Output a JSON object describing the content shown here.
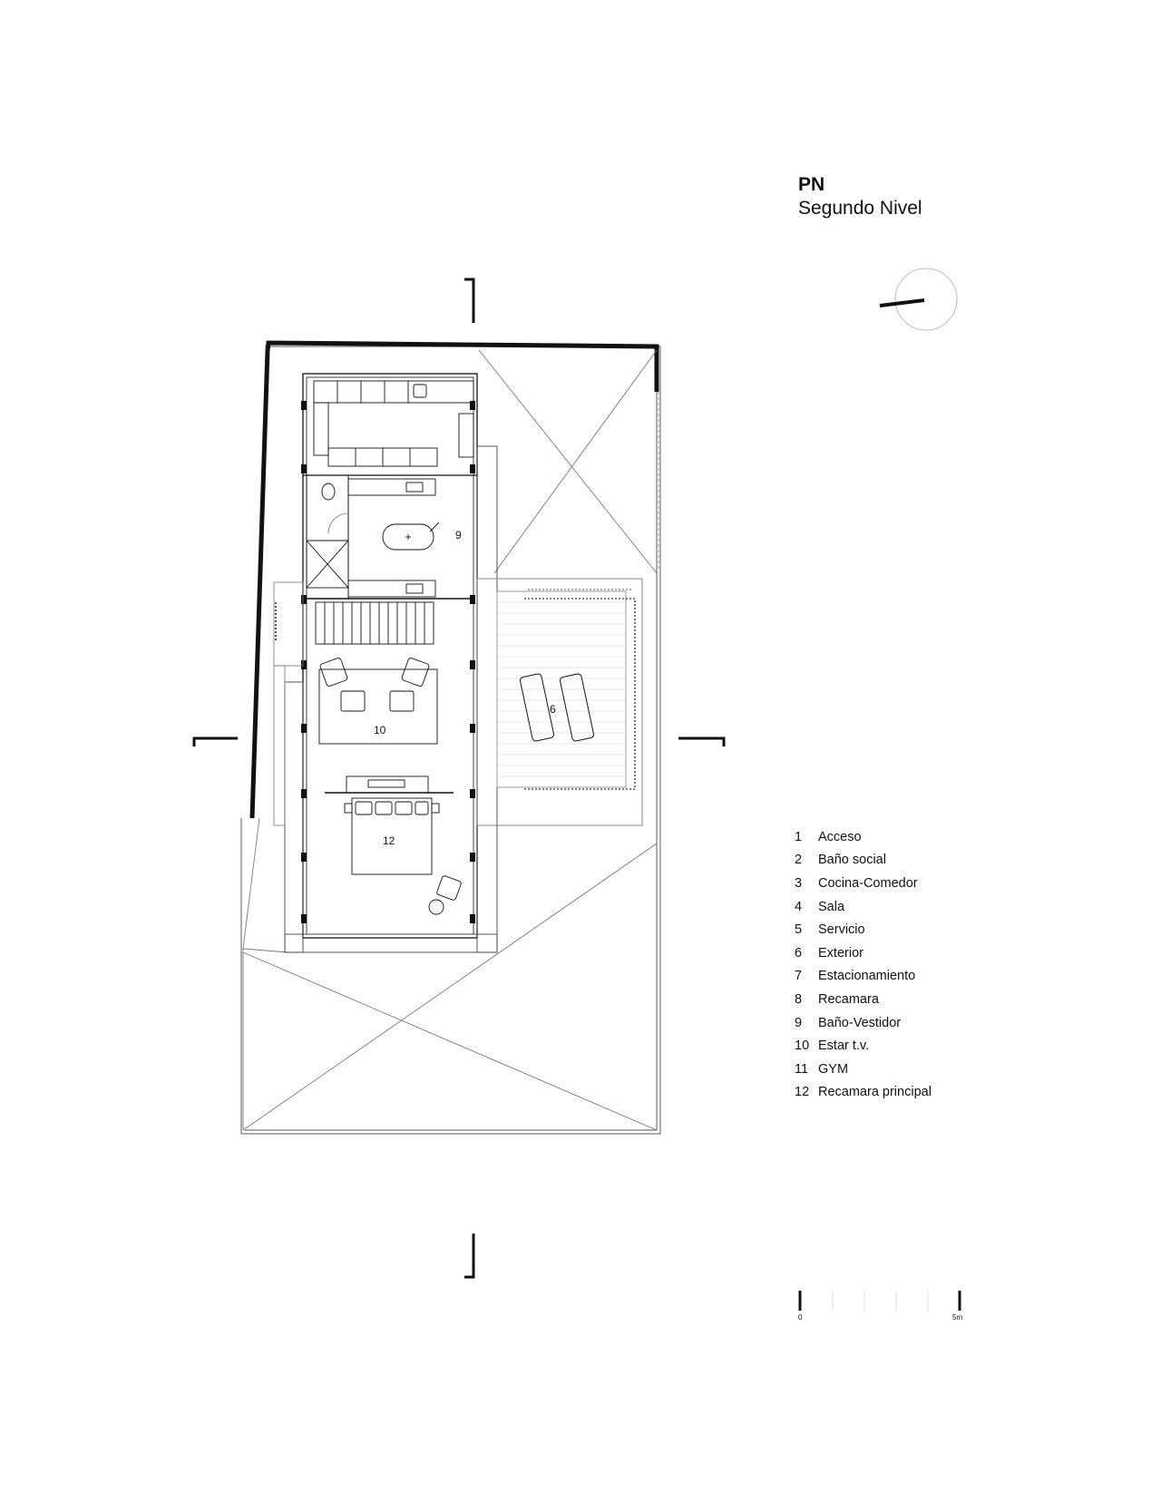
{
  "title": {
    "code": "PN",
    "name": "Segundo Nivel"
  },
  "legend": [
    {
      "num": "1",
      "label": "Acceso"
    },
    {
      "num": "2",
      "label": "Baño social"
    },
    {
      "num": "3",
      "label": "Cocina-Comedor"
    },
    {
      "num": "4",
      "label": "Sala"
    },
    {
      "num": "5",
      "label": "Servicio"
    },
    {
      "num": "6",
      "label": "Exterior"
    },
    {
      "num": "7",
      "label": "Estacionamiento"
    },
    {
      "num": "8",
      "label": "Recamara"
    },
    {
      "num": "9",
      "label": "Baño-Vestidor"
    },
    {
      "num": "10",
      "label": "Estar t.v."
    },
    {
      "num": "11",
      "label": "GYM"
    },
    {
      "num": "12",
      "label": "Recamara principal"
    }
  ],
  "room_labels": {
    "bath": "9",
    "tv": "10",
    "exterior": "6",
    "bedroom": "12"
  },
  "scale": {
    "start": "0",
    "end": "5m"
  },
  "icons": {
    "north": "north-arrow-icon"
  },
  "colors": {
    "line": "#111111",
    "thin_line": "#777777",
    "plant": "#555555"
  }
}
